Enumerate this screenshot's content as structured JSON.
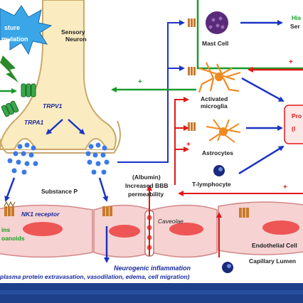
{
  "colors": {
    "neuron_fill": "#faecc0",
    "neuron_stroke": "#caa86a",
    "endothelial_fill": "#f6d2d2",
    "endothelial_stroke": "#d08888",
    "nucleus": "#ee5555",
    "blue_arrow": "#1c34c4",
    "red_arrow": "#e01818",
    "green_arrow": "#1a9a2a",
    "lumen_band": "#1e3f8a",
    "starburst": "#3aa6e8",
    "mast_cell": "#5a2a7a",
    "microglia": "#f08a20",
    "text_green": "#15a020",
    "text_purple": "#7a1a9a",
    "text_blue": "#1a2aa0",
    "text_red": "#e01818"
  },
  "labels": {
    "stimulus_line1": "sture",
    "stimulus_line2": "mulation",
    "sensory_neuron_1": "Sensory",
    "sensory_neuron_2": "Neuron",
    "trpv1": "TRPV1",
    "trpa1": "TRPA1",
    "substance_p": "Substance P",
    "nk1_receptor": "NK1 receptor",
    "left_cut_1": "ins",
    "left_cut_2": "oanoids",
    "mast_cell": "Mast Cell",
    "histamine_cut": "His",
    "serotonin_cut": "Ser",
    "activated_microglia_1": "Activated",
    "activated_microglia_2": "microglia",
    "astrocytes": "Astrocytes",
    "albumin": "(Albumin)",
    "increased_bbb_1": "Increased BBB",
    "increased_bbb_2": "permeability",
    "t_lymphocyte": "T-lymphocyte",
    "caveolae": "Caveolae",
    "endothelial_cells": "Endothelial Cell",
    "capillary_lumen": "Capillary Lumen",
    "neurogenic_inflammation": "Neurogenic inflammation",
    "effects": "plasma protein extravasation, vasodilation, edema, cell migration)",
    "pro_cut": "Pro",
    "pro_paren": "(I",
    "plus": "+"
  }
}
